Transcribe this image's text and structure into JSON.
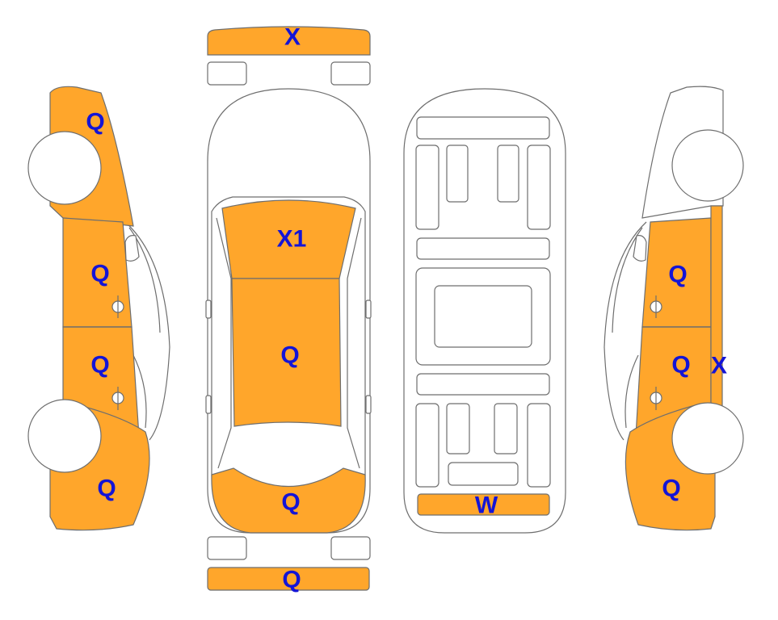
{
  "colors": {
    "damage": "#ffa62b",
    "label": "#1414d6",
    "outline": "#6e6e6e"
  },
  "labels": {
    "front_bumper": "X",
    "hood": "X1",
    "roof": "Q",
    "trunk": "Q",
    "rear_bumper": "Q",
    "underbody_rear": "W",
    "left_front_fender": "Q",
    "left_front_door": "Q",
    "left_rear_door": "Q",
    "left_rear_quarter": "Q",
    "right_front_door": "Q",
    "right_rear_door": "Q",
    "right_rear_quarter": "Q",
    "right_rocker": "X"
  }
}
